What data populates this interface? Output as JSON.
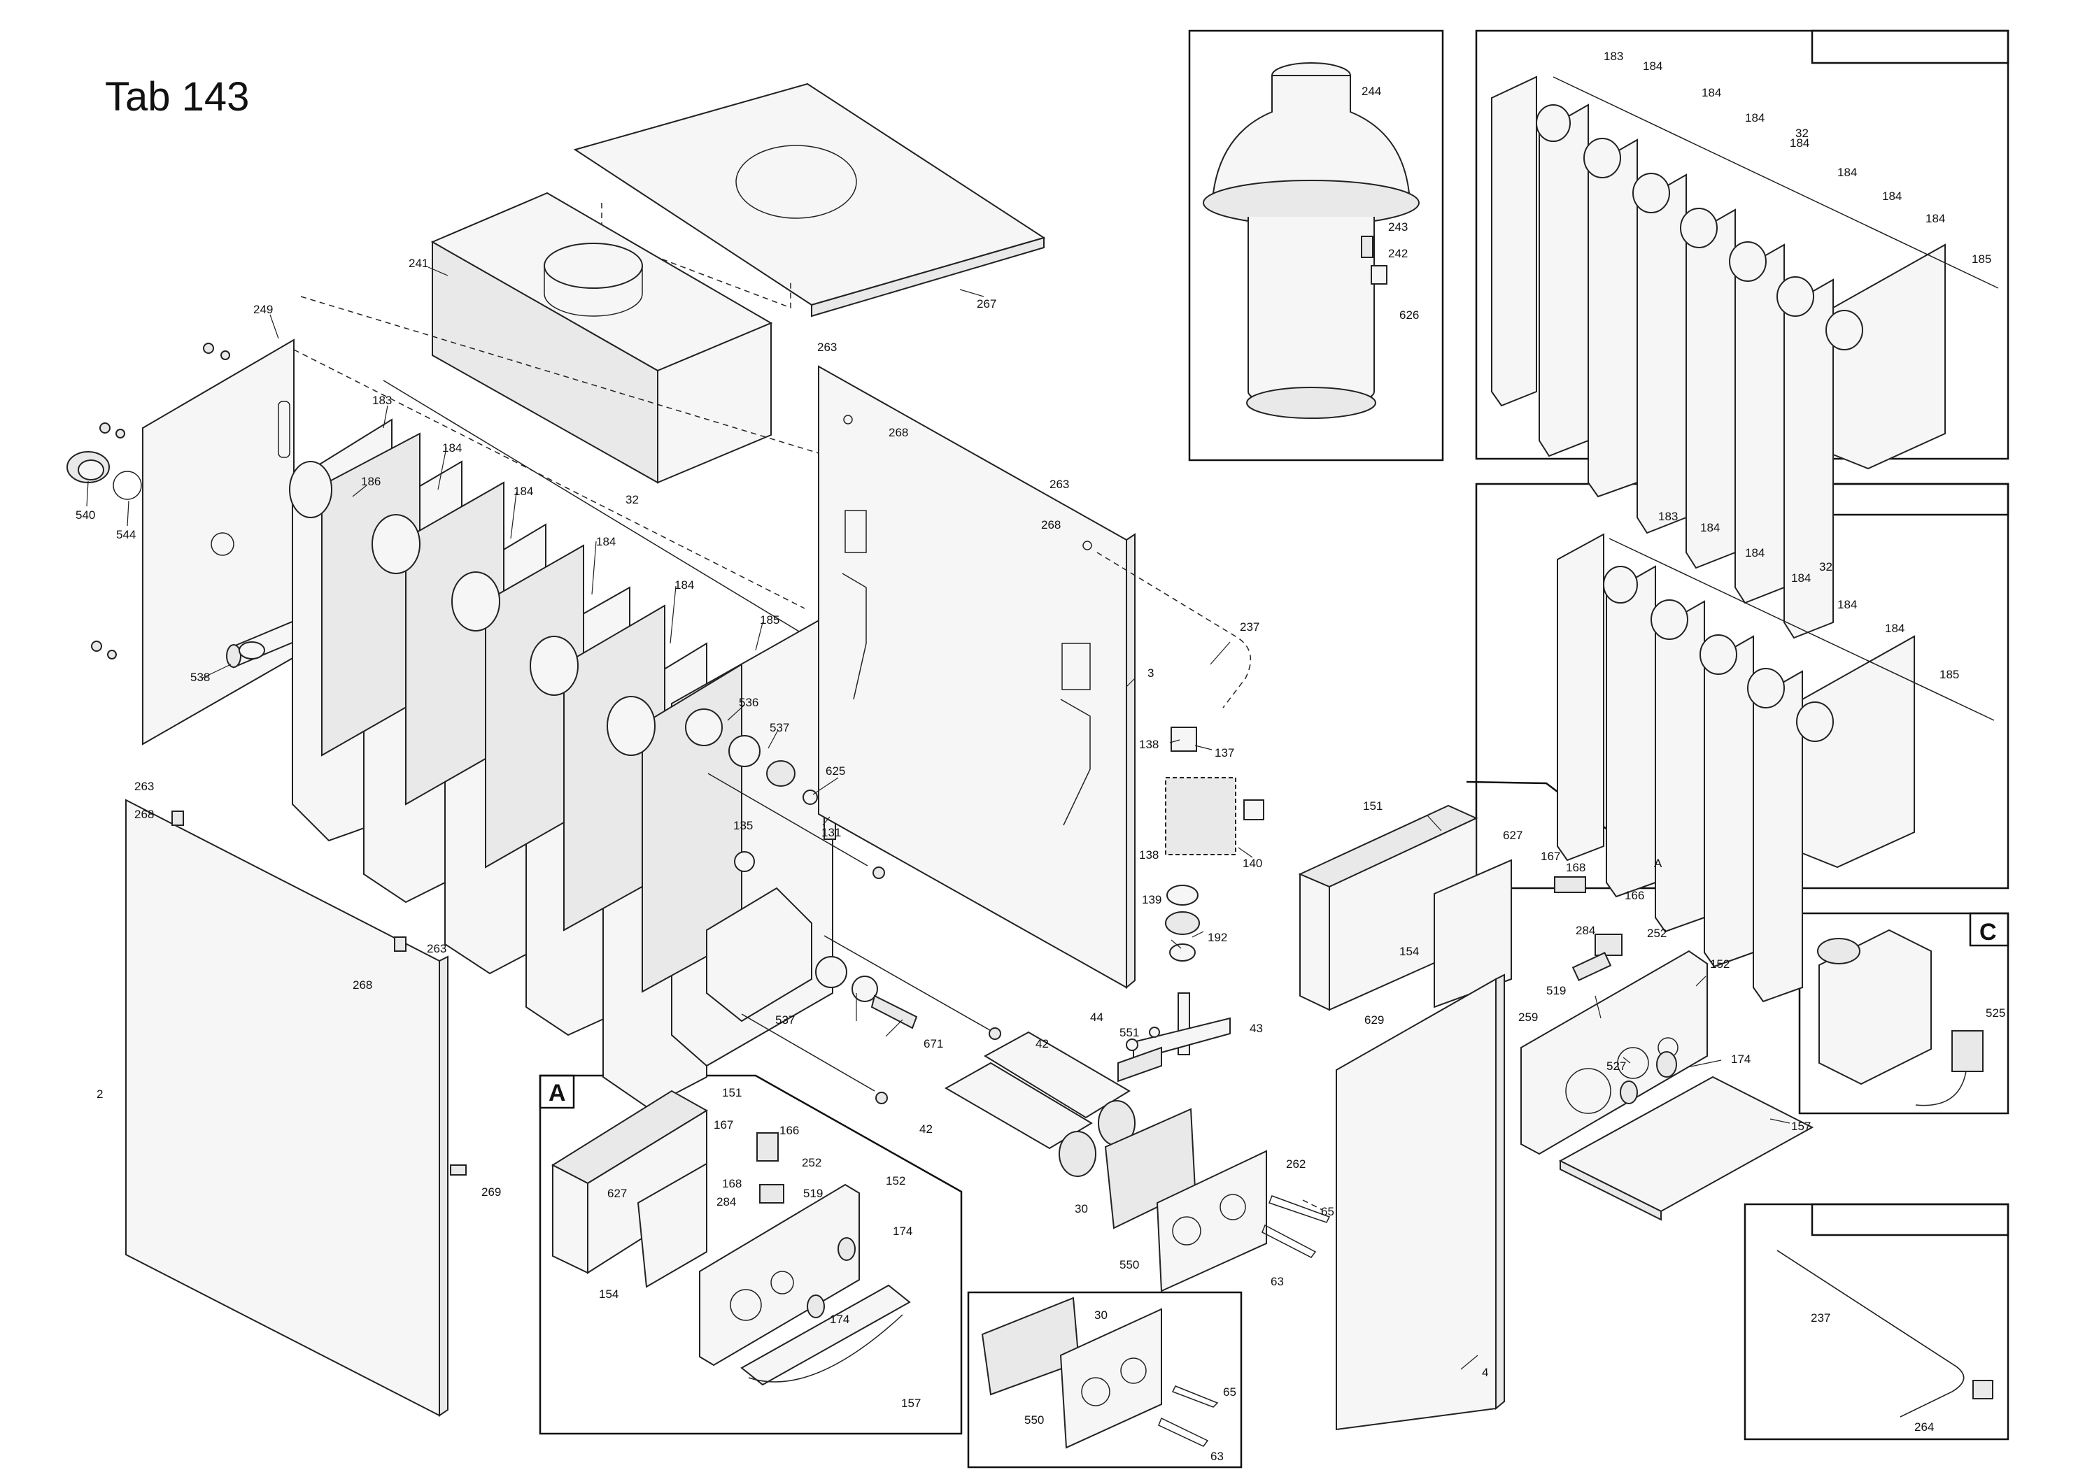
{
  "title": "Tab 143",
  "box_labels": [
    "A",
    "C"
  ],
  "labels": [
    {
      "id": "l241",
      "text": "241"
    },
    {
      "id": "l267",
      "text": "267"
    },
    {
      "id": "l249",
      "text": "249"
    },
    {
      "id": "l183",
      "text": "183"
    },
    {
      "id": "l186",
      "text": "186"
    },
    {
      "id": "l184a",
      "text": "184"
    },
    {
      "id": "l184b",
      "text": "184"
    },
    {
      "id": "l184c",
      "text": "184"
    },
    {
      "id": "l184d",
      "text": "184"
    },
    {
      "id": "l32",
      "text": "32"
    },
    {
      "id": "l185",
      "text": "185"
    },
    {
      "id": "l540",
      "text": "540"
    },
    {
      "id": "l544",
      "text": "544"
    },
    {
      "id": "l538",
      "text": "538"
    },
    {
      "id": "l536",
      "text": "536"
    },
    {
      "id": "l537a",
      "text": "537"
    },
    {
      "id": "l625",
      "text": "625"
    },
    {
      "id": "l131",
      "text": "131"
    },
    {
      "id": "l135",
      "text": "135"
    },
    {
      "id": "l537b",
      "text": "537"
    },
    {
      "id": "l671",
      "text": "671"
    },
    {
      "id": "l263a",
      "text": "263"
    },
    {
      "id": "l268a",
      "text": "268"
    },
    {
      "id": "l263b",
      "text": "263"
    },
    {
      "id": "l268b",
      "text": "268"
    },
    {
      "id": "l3",
      "text": "3"
    },
    {
      "id": "l237",
      "text": "237"
    },
    {
      "id": "l138a",
      "text": "138"
    },
    {
      "id": "l137",
      "text": "137"
    },
    {
      "id": "l140",
      "text": "140"
    },
    {
      "id": "l138b",
      "text": "138"
    },
    {
      "id": "l139",
      "text": "139"
    },
    {
      "id": "l192",
      "text": "192"
    },
    {
      "id": "l44",
      "text": "44"
    },
    {
      "id": "l551",
      "text": "551"
    },
    {
      "id": "l43",
      "text": "43"
    },
    {
      "id": "l42a",
      "text": "42"
    },
    {
      "id": "l42b",
      "text": "42"
    },
    {
      "id": "l30",
      "text": "30"
    },
    {
      "id": "l550",
      "text": "550"
    },
    {
      "id": "l262",
      "text": "262"
    },
    {
      "id": "l65",
      "text": "65"
    },
    {
      "id": "l63",
      "text": "63"
    },
    {
      "id": "l263c",
      "text": "263"
    },
    {
      "id": "l268c",
      "text": "268"
    },
    {
      "id": "l263d",
      "text": "263"
    },
    {
      "id": "l268d",
      "text": "268"
    },
    {
      "id": "l2",
      "text": "2"
    },
    {
      "id": "l269",
      "text": "269"
    },
    {
      "id": "l151",
      "text": "151"
    },
    {
      "id": "l627",
      "text": "627"
    },
    {
      "id": "l167",
      "text": "167"
    },
    {
      "id": "l168",
      "text": "168"
    },
    {
      "id": "l166",
      "text": "166"
    },
    {
      "id": "lA",
      "text": "A"
    },
    {
      "id": "l154",
      "text": "154"
    },
    {
      "id": "l284",
      "text": "284"
    },
    {
      "id": "l252",
      "text": "252"
    },
    {
      "id": "l519",
      "text": "519"
    },
    {
      "id": "l629",
      "text": "629"
    },
    {
      "id": "l259",
      "text": "259"
    },
    {
      "id": "l152",
      "text": "152"
    },
    {
      "id": "l527",
      "text": "527"
    },
    {
      "id": "l174",
      "text": "174"
    },
    {
      "id": "l157",
      "text": "157"
    },
    {
      "id": "l4",
      "text": "4"
    },
    {
      "id": "lA151",
      "text": "151"
    },
    {
      "id": "lA167",
      "text": "167"
    },
    {
      "id": "lA166",
      "text": "166"
    },
    {
      "id": "lA168",
      "text": "168"
    },
    {
      "id": "lA252",
      "text": "252"
    },
    {
      "id": "lA627",
      "text": "627"
    },
    {
      "id": "lA284",
      "text": "284"
    },
    {
      "id": "lA519",
      "text": "519"
    },
    {
      "id": "lA152",
      "text": "152"
    },
    {
      "id": "lA174a",
      "text": "174"
    },
    {
      "id": "lA154",
      "text": "154"
    },
    {
      "id": "lA174b",
      "text": "174"
    },
    {
      "id": "lA157",
      "text": "157"
    },
    {
      "id": "lB30",
      "text": "30"
    },
    {
      "id": "lB550",
      "text": "550"
    },
    {
      "id": "lB65",
      "text": "65"
    },
    {
      "id": "lB63",
      "text": "63"
    },
    {
      "id": "l244",
      "text": "244"
    },
    {
      "id": "l243",
      "text": "243"
    },
    {
      "id": "l242",
      "text": "242"
    },
    {
      "id": "l626",
      "text": "626"
    },
    {
      "id": "r1_183",
      "text": "183"
    },
    {
      "id": "r1_184a",
      "text": "184"
    },
    {
      "id": "r1_184b",
      "text": "184"
    },
    {
      "id": "r1_184c",
      "text": "184"
    },
    {
      "id": "r1_32",
      "text": "32"
    },
    {
      "id": "r1_184d",
      "text": "184"
    },
    {
      "id": "r1_184e",
      "text": "184"
    },
    {
      "id": "r1_184f",
      "text": "184"
    },
    {
      "id": "r1_184g",
      "text": "184"
    },
    {
      "id": "r1_185",
      "text": "185"
    },
    {
      "id": "r2_183",
      "text": "183"
    },
    {
      "id": "r2_184a",
      "text": "184"
    },
    {
      "id": "r2_184b",
      "text": "184"
    },
    {
      "id": "r2_32",
      "text": "32"
    },
    {
      "id": "r2_184c",
      "text": "184"
    },
    {
      "id": "r2_184d",
      "text": "184"
    },
    {
      "id": "r2_184e",
      "text": "184"
    },
    {
      "id": "r2_185",
      "text": "185"
    },
    {
      "id": "c525",
      "text": "525"
    },
    {
      "id": "t237",
      "text": "237"
    },
    {
      "id": "t264",
      "text": "264"
    }
  ]
}
